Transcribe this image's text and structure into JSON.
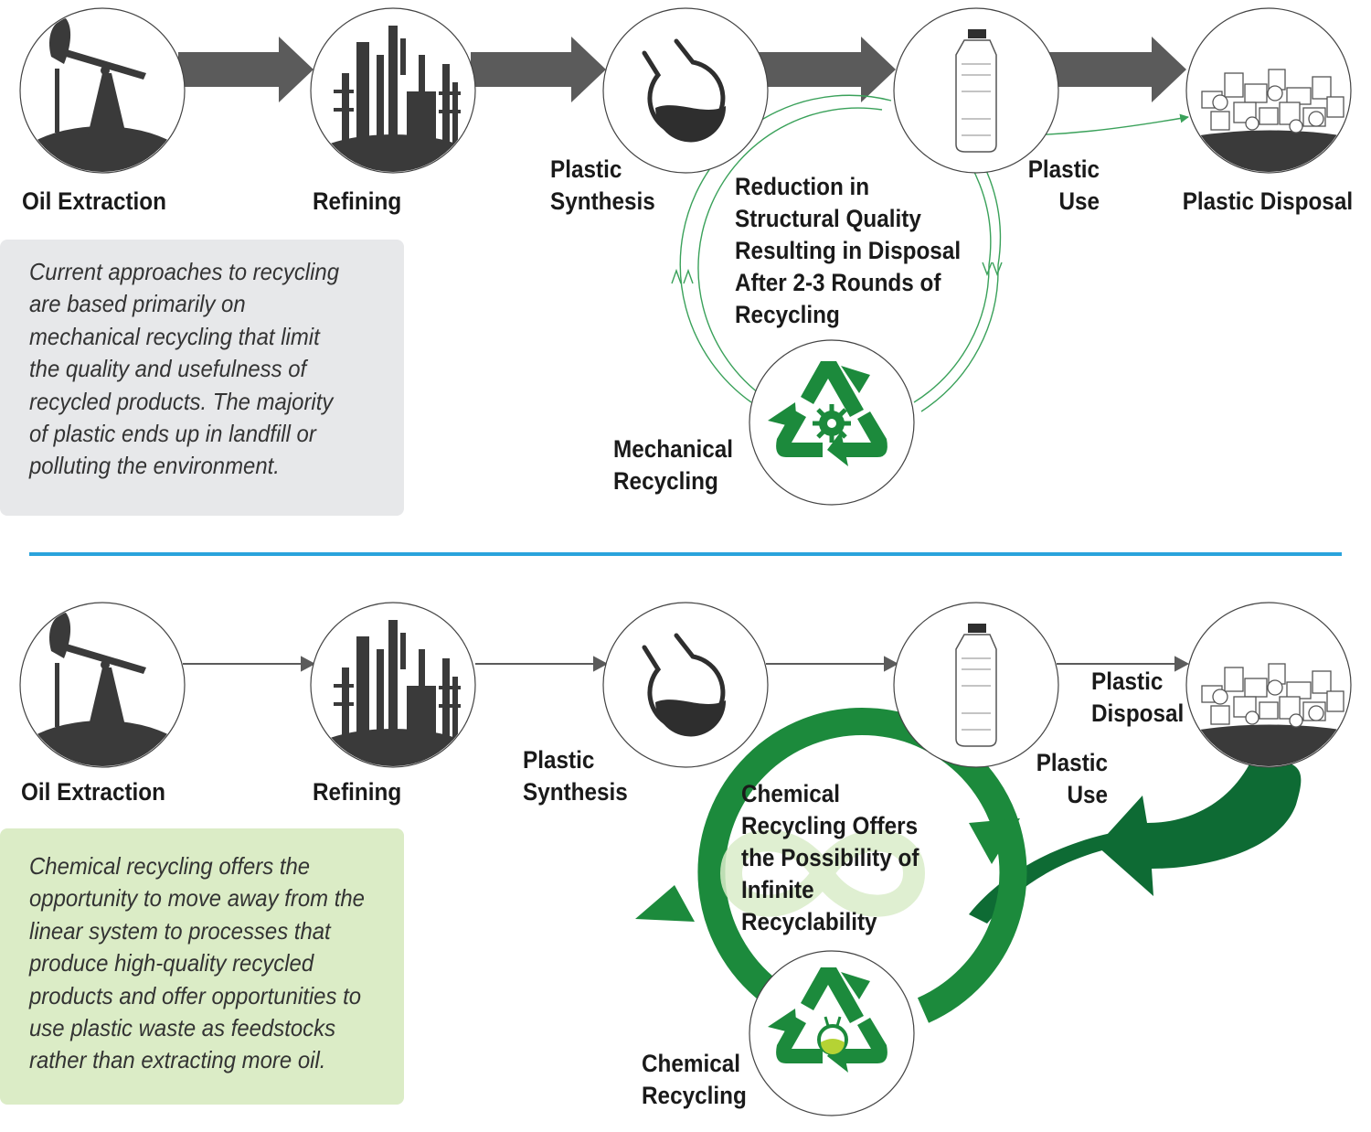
{
  "colors": {
    "icon_dark": "#3a3a3a",
    "arrow_gray": "#5b5b5b",
    "green": "#1c8a3c",
    "dark_green": "#0e6b34",
    "thin_green": "#3aa15a",
    "divider_blue": "#2aa3dc",
    "box_gray": "#e7e8ea",
    "box_green": "#dbecc6"
  },
  "mechanical": {
    "stages": [
      "Oil Extraction",
      "Refining",
      "Plastic",
      "Synthesis",
      "Plastic",
      "Use",
      "Plastic Disposal"
    ],
    "loop_text": [
      "Reduction in",
      "Structural Quality",
      "Resulting in Disposal",
      "After 2-3 Rounds of",
      "Recycling"
    ],
    "recycling_label": [
      "Mechanical",
      "Recycling"
    ],
    "description": [
      "Current approaches to recycling",
      "are based primarily on",
      "mechanical recycling that limit",
      "the quality and usefulness of",
      "recycled products. The majority",
      "of plastic ends up in landfill or",
      "polluting the environment."
    ],
    "icons": [
      "oil-pump-icon",
      "refinery-icon",
      "flask-icon",
      "bottle-icon",
      "waste-pile-icon",
      "recycle-gear-icon"
    ]
  },
  "chemical": {
    "stages": [
      "Oil Extraction",
      "Refining",
      "Plastic",
      "Synthesis",
      "Plastic",
      "Disposal",
      "Plastic",
      "Use"
    ],
    "loop_text": [
      "Chemical",
      "Recycling Offers",
      "the Possibility of",
      "Infinite",
      "Recyclability"
    ],
    "recycling_label": [
      "Chemical",
      "Recycling"
    ],
    "description": [
      "Chemical recycling offers the",
      "opportunity to move away from the",
      "linear system to processes that",
      "produce high-quality recycled",
      "products and offer opportunities to",
      "use plastic waste as feedstocks",
      "rather than extracting more oil."
    ],
    "icons": [
      "oil-pump-icon",
      "refinery-icon",
      "flask-icon",
      "bottle-icon",
      "waste-pile-icon",
      "recycle-flask-icon",
      "infinity-icon"
    ]
  }
}
